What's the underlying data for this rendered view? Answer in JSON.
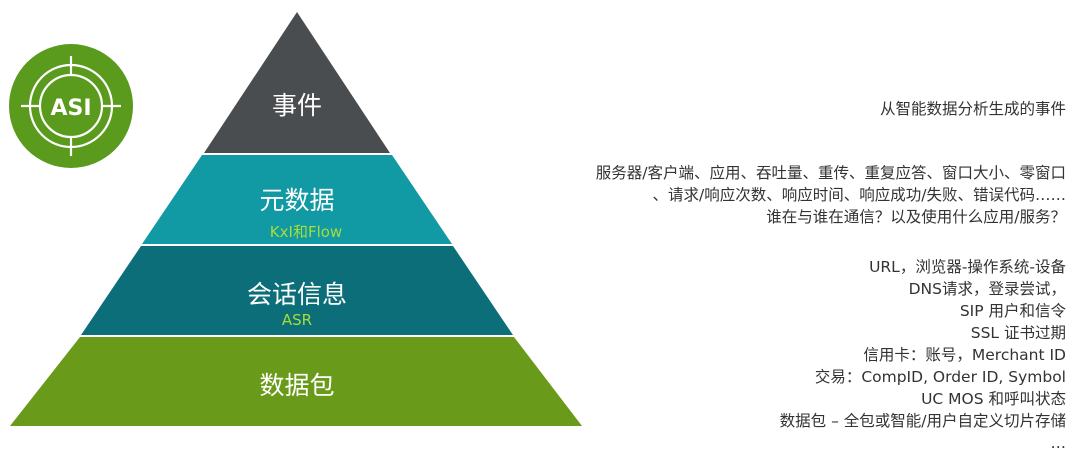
{
  "logo": {
    "text": "ASI",
    "color": "#5a9a1c"
  },
  "pyramid": {
    "tiers": [
      {
        "label": "事件",
        "sublabel": "",
        "color": "#4a4d50"
      },
      {
        "label": "元数据",
        "sublabel": "KxI和Flow",
        "color": "#1199a4"
      },
      {
        "label": "会话信息",
        "sublabel": "ASR",
        "color": "#0b6e78"
      },
      {
        "label": "数据包",
        "sublabel": "",
        "color": "#6a9a1a"
      }
    ]
  },
  "descriptions": {
    "events": [
      "从智能数据分析生成的事件"
    ],
    "metadata": [
      "服务器/客户端、应用、吞吐量、重传、重复应答、窗口大小、零窗口",
      "、请求/响应次数、响应时间、响应成功/失败、错误代码……",
      "谁在与谁在通信？以及使用什么应用/服务？"
    ],
    "session": [
      "URL，浏览器-操作系统-设备",
      "DNS请求，登录尝试，",
      "SIP 用户和信令",
      "SSL 证书过期",
      "信用卡：账号，Merchant ID",
      "交易：CompID, Order ID, Symbol",
      "UC MOS 和呼叫状态",
      "数据包 – 全包或智能/用户自定义切片存储",
      "…"
    ]
  }
}
